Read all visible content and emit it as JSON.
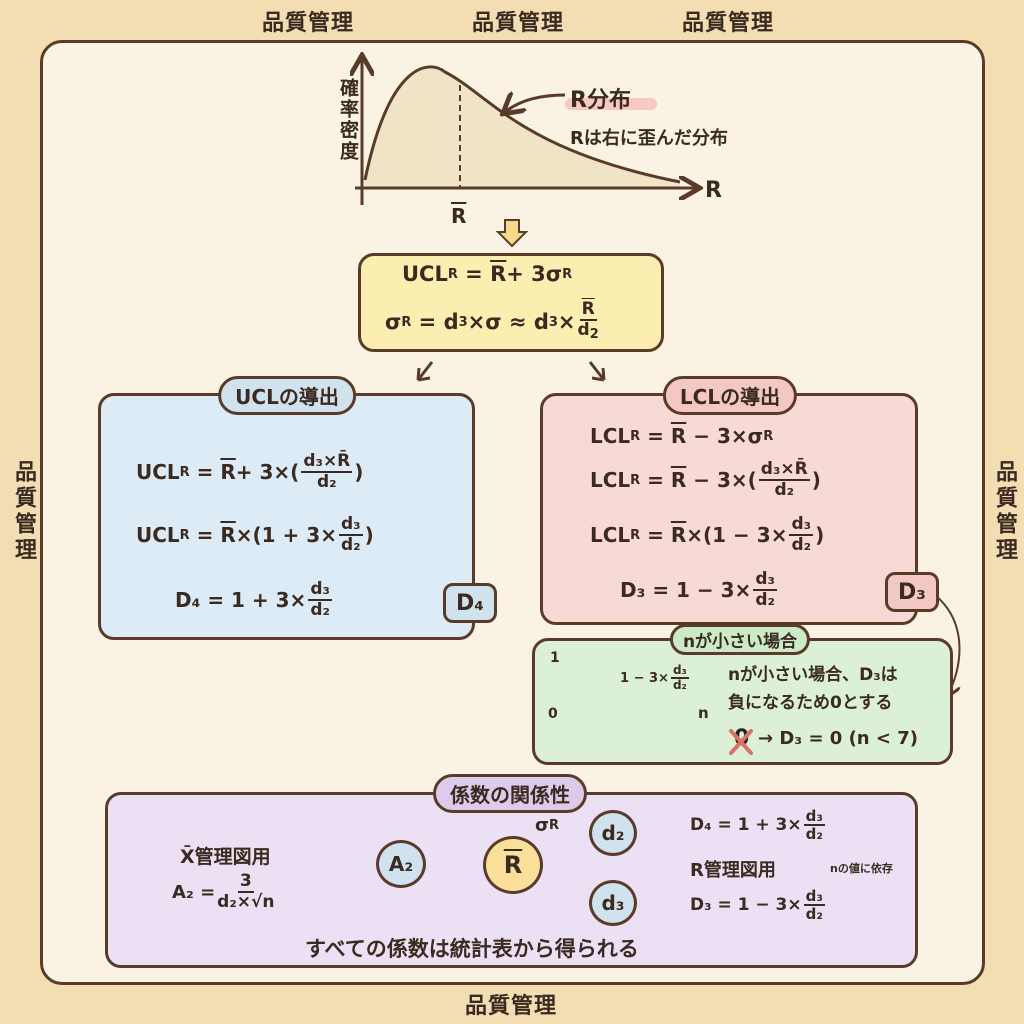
{
  "banner": {
    "text": "品質管理"
  },
  "distribution": {
    "y_label": "確率密度",
    "x_label": "R",
    "mean_label": "R",
    "title": "R分布",
    "note": "Rは右に歪んだ分布"
  },
  "top_box": {
    "line1": {
      "a": "UCL",
      "sub": "R",
      "b": " = ",
      "c": "R",
      "d": " + 3σ",
      "e": "R"
    },
    "line2": {
      "a": "σ",
      "sub": "R",
      "b": " = d",
      "c": "3",
      "d": "×σ ≈ d",
      "e": "3",
      "f": "×",
      "num": "R",
      "den": "d",
      "den_sub": "2"
    }
  },
  "ucl": {
    "title": "UCLの導出",
    "l1": {
      "a": "UCL",
      "sub": "R",
      "b": " = ",
      "c": "R",
      "d": " + 3×(",
      "num": "d₃×R̄",
      "den": "d₂",
      "e": ")"
    },
    "l2": {
      "a": "UCL",
      "sub": "R",
      "b": " = ",
      "c": "R",
      "d": "×(1 + 3×",
      "num": "d₃",
      "den": "d₂",
      "e": ")"
    },
    "l3": {
      "a": "D₄ = 1 + 3×",
      "num": "d₃",
      "den": "d₂"
    },
    "badge": "D₄"
  },
  "lcl": {
    "title": "LCLの導出",
    "l0": {
      "a": "LCL",
      "sub": "R",
      "b": " = ",
      "c": "R",
      "d": " − 3×σ",
      "e": "R"
    },
    "l1": {
      "a": "LCL",
      "sub": "R",
      "b": " = ",
      "c": "R",
      "d": " − 3×(",
      "num": "d₃×R̄",
      "den": "d₂",
      "e": ")"
    },
    "l2": {
      "a": "LCL",
      "sub": "R",
      "b": " = ",
      "c": "R",
      "d": "×(1 − 3×",
      "num": "d₃",
      "den": "d₂",
      "e": ")"
    },
    "l3": {
      "a": "D₃ = 1 − 3×",
      "num": "d₃",
      "den": "d₂"
    },
    "badge": "D₃"
  },
  "small_n": {
    "title": "nが小さい場合",
    "y1": "1",
    "y0": "0",
    "xn": "n",
    "curve_label": "1 − 3×",
    "num": "d₃",
    "den": "d₂",
    "text1": "nが小さい場合、D₃は",
    "text2": "負になるため0とする",
    "rule": "→ D₃ = 0 (n < 7)",
    "crossed": "0"
  },
  "relations": {
    "title": "係数の関係性",
    "xbar_use": "X̄管理図用",
    "a2_formula": "A₂ =",
    "a2_num": "3",
    "a2_den": "d₂×√n",
    "node_a2": "A₂",
    "node_r": "R",
    "node_d2": "d₂",
    "node_d3": "d₃",
    "sigma": "σ",
    "sigma_sub": "R",
    "d4": "D₄ = 1 + 3×",
    "d3f": "D₃ = 1 − 3×",
    "num": "d₃",
    "den": "d₂",
    "r_use": "R管理図用",
    "depends": "nの値に依存",
    "footer": "すべての係数は統計表から得られる"
  }
}
